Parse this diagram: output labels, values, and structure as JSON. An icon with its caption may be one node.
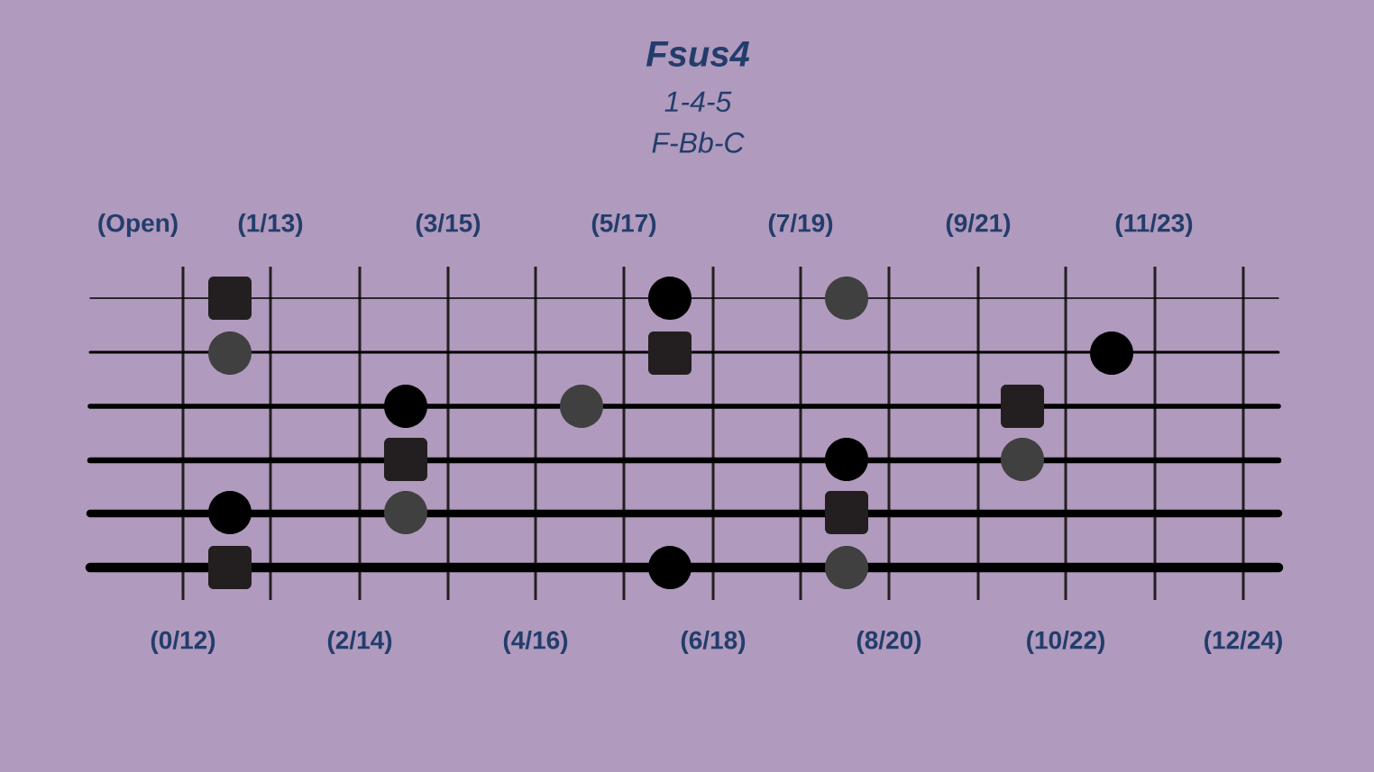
{
  "diagram": {
    "title": "Fsus4",
    "nodes": [
      {
        "text": [],
        "shape": "box"
      },
      {
        "text": [],
        "shape": "circle"
      },
      {
        "text": [],
        "shape": "circle"
      },
      {
        "text": [],
        "shape": "box"
      },
      {
        "text": [],
        "shape": "circle"
      },
      {
        "text": [],
        "shape": "box"
      },
      {
        "text": [],
        "shape": "circle"
      },
      {
        "text": [],
        "shape": "circle"
      },
      {
        "text": [],
        "shape": "circle"
      },
      {
        "text": [],
        "shape": "box"
      },
      {
        "text": [],
        "shape": "circle"
      },
      {
        "text": [],
        "shape": "circle"
      },
      {
        "text": [],
        "shape": "circle"
      },
      {
        "text": [],
        "shape": "box"
      },
      {
        "text": [],
        "shape": "circle"
      },
      {
        "text": [],
        "shape": "box"
      },
      {
        "text": [],
        "shape": "circle"
      },
      {
        "text": [],
        "shape": "circle"
      }
    ],
    "labels": [
      "1-4-5",
      "F-Bb-C",
      "(Open)",
      "(1/13)",
      "(3/15)",
      "(5/17)",
      "(7/19)",
      "(9/21)",
      "(11/23)",
      "(0/12)",
      "(2/14)",
      "(4/16)",
      "(6/18)",
      "(8/20)",
      "(10/22)",
      "(12/24)"
    ]
  }
}
